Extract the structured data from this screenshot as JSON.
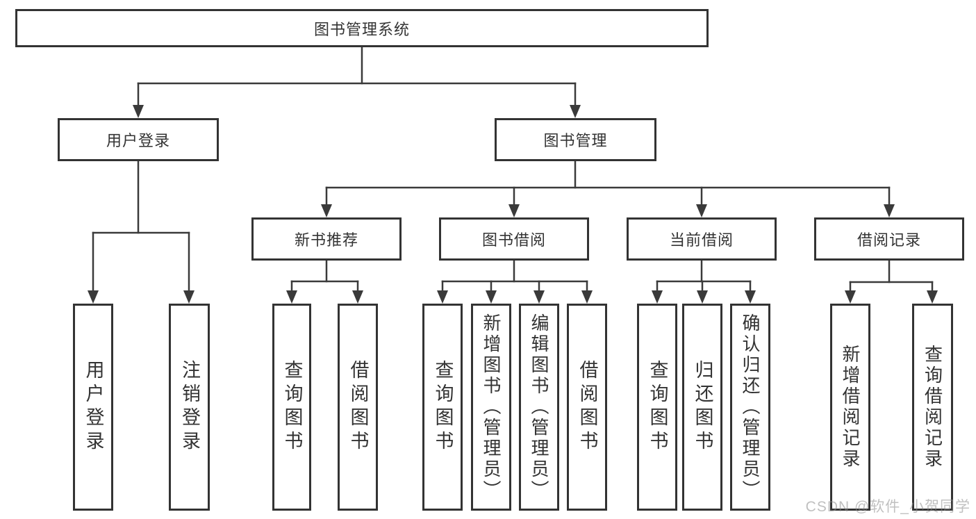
{
  "title": "图书管理系统",
  "tree": {
    "root": "图书管理系统",
    "user_login": {
      "label": "用户登录",
      "children": [
        "用户登录",
        "注销登录"
      ]
    },
    "book_mgmt": {
      "label": "图书管理",
      "groups": [
        {
          "label": "新书推荐",
          "children": [
            "查询图书",
            "借阅图书"
          ]
        },
        {
          "label": "图书借阅",
          "children": [
            "查询图书",
            "新增图书（管理员）",
            "编辑图书（管理员）",
            "借阅图书"
          ]
        },
        {
          "label": "当前借阅",
          "children": [
            "查询图书",
            "归还图书",
            "确认归还（管理员）"
          ]
        },
        {
          "label": "借阅记录",
          "children": [
            "新增借阅记录",
            "查询借阅记录"
          ]
        }
      ]
    }
  },
  "watermark": "CSDN @软件_小贺同学",
  "colors": {
    "line": "#3a3a3a",
    "text": "#333333",
    "box_background": "#ffffff",
    "watermark": "#8c8c8c"
  }
}
